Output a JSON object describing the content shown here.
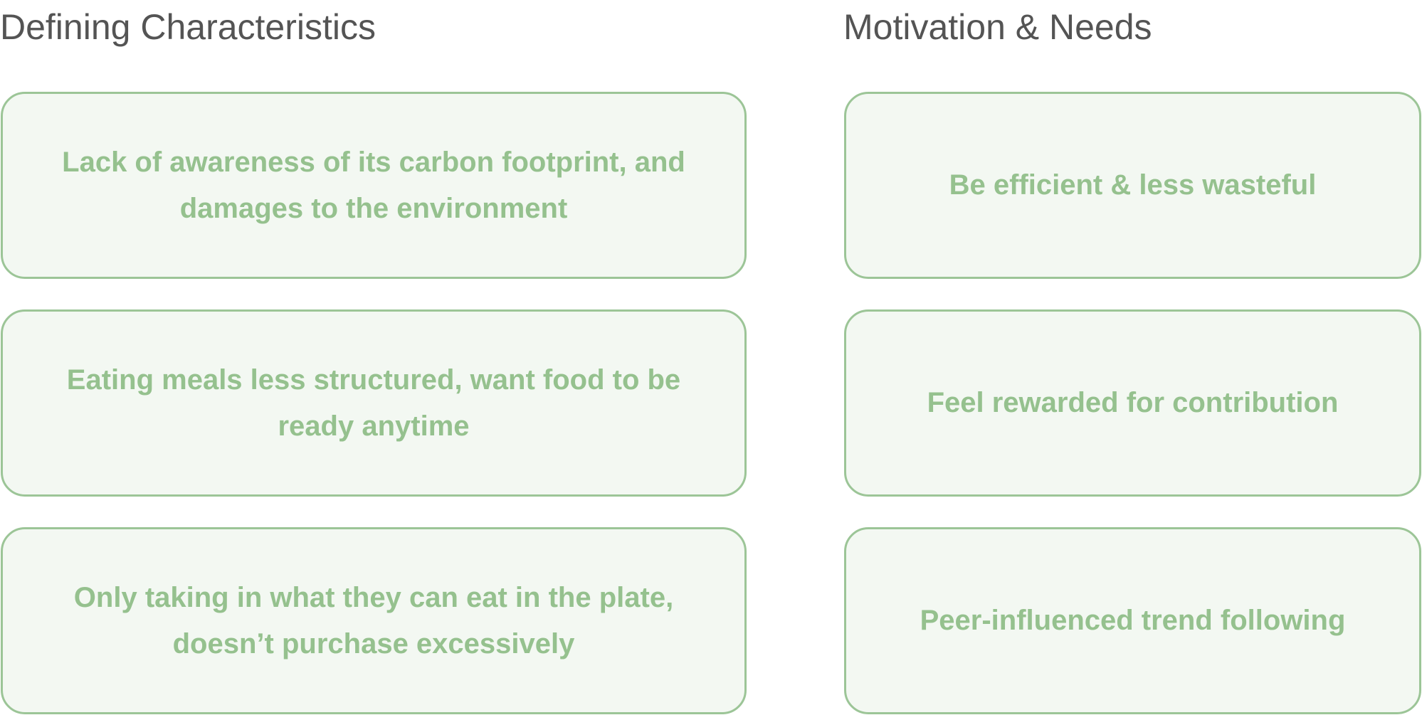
{
  "columns": [
    {
      "title": "Defining Characteristics",
      "cards": [
        "Lack of awareness of its carbon footprint, and damages to the environment",
        "Eating meals less structured, want food to be ready anytime",
        "Only taking in what they can eat in the plate, doesn’t purchase excessively"
      ]
    },
    {
      "title": "Motivation & Needs",
      "cards": [
        "Be efficient & less wasteful",
        "Feel rewarded for contribution",
        "Peer-influenced trend following"
      ]
    }
  ],
  "colors": {
    "title_text": "#545454",
    "card_background": "#f3f8f2",
    "card_border": "#9cc597",
    "card_text": "#95c18e"
  }
}
